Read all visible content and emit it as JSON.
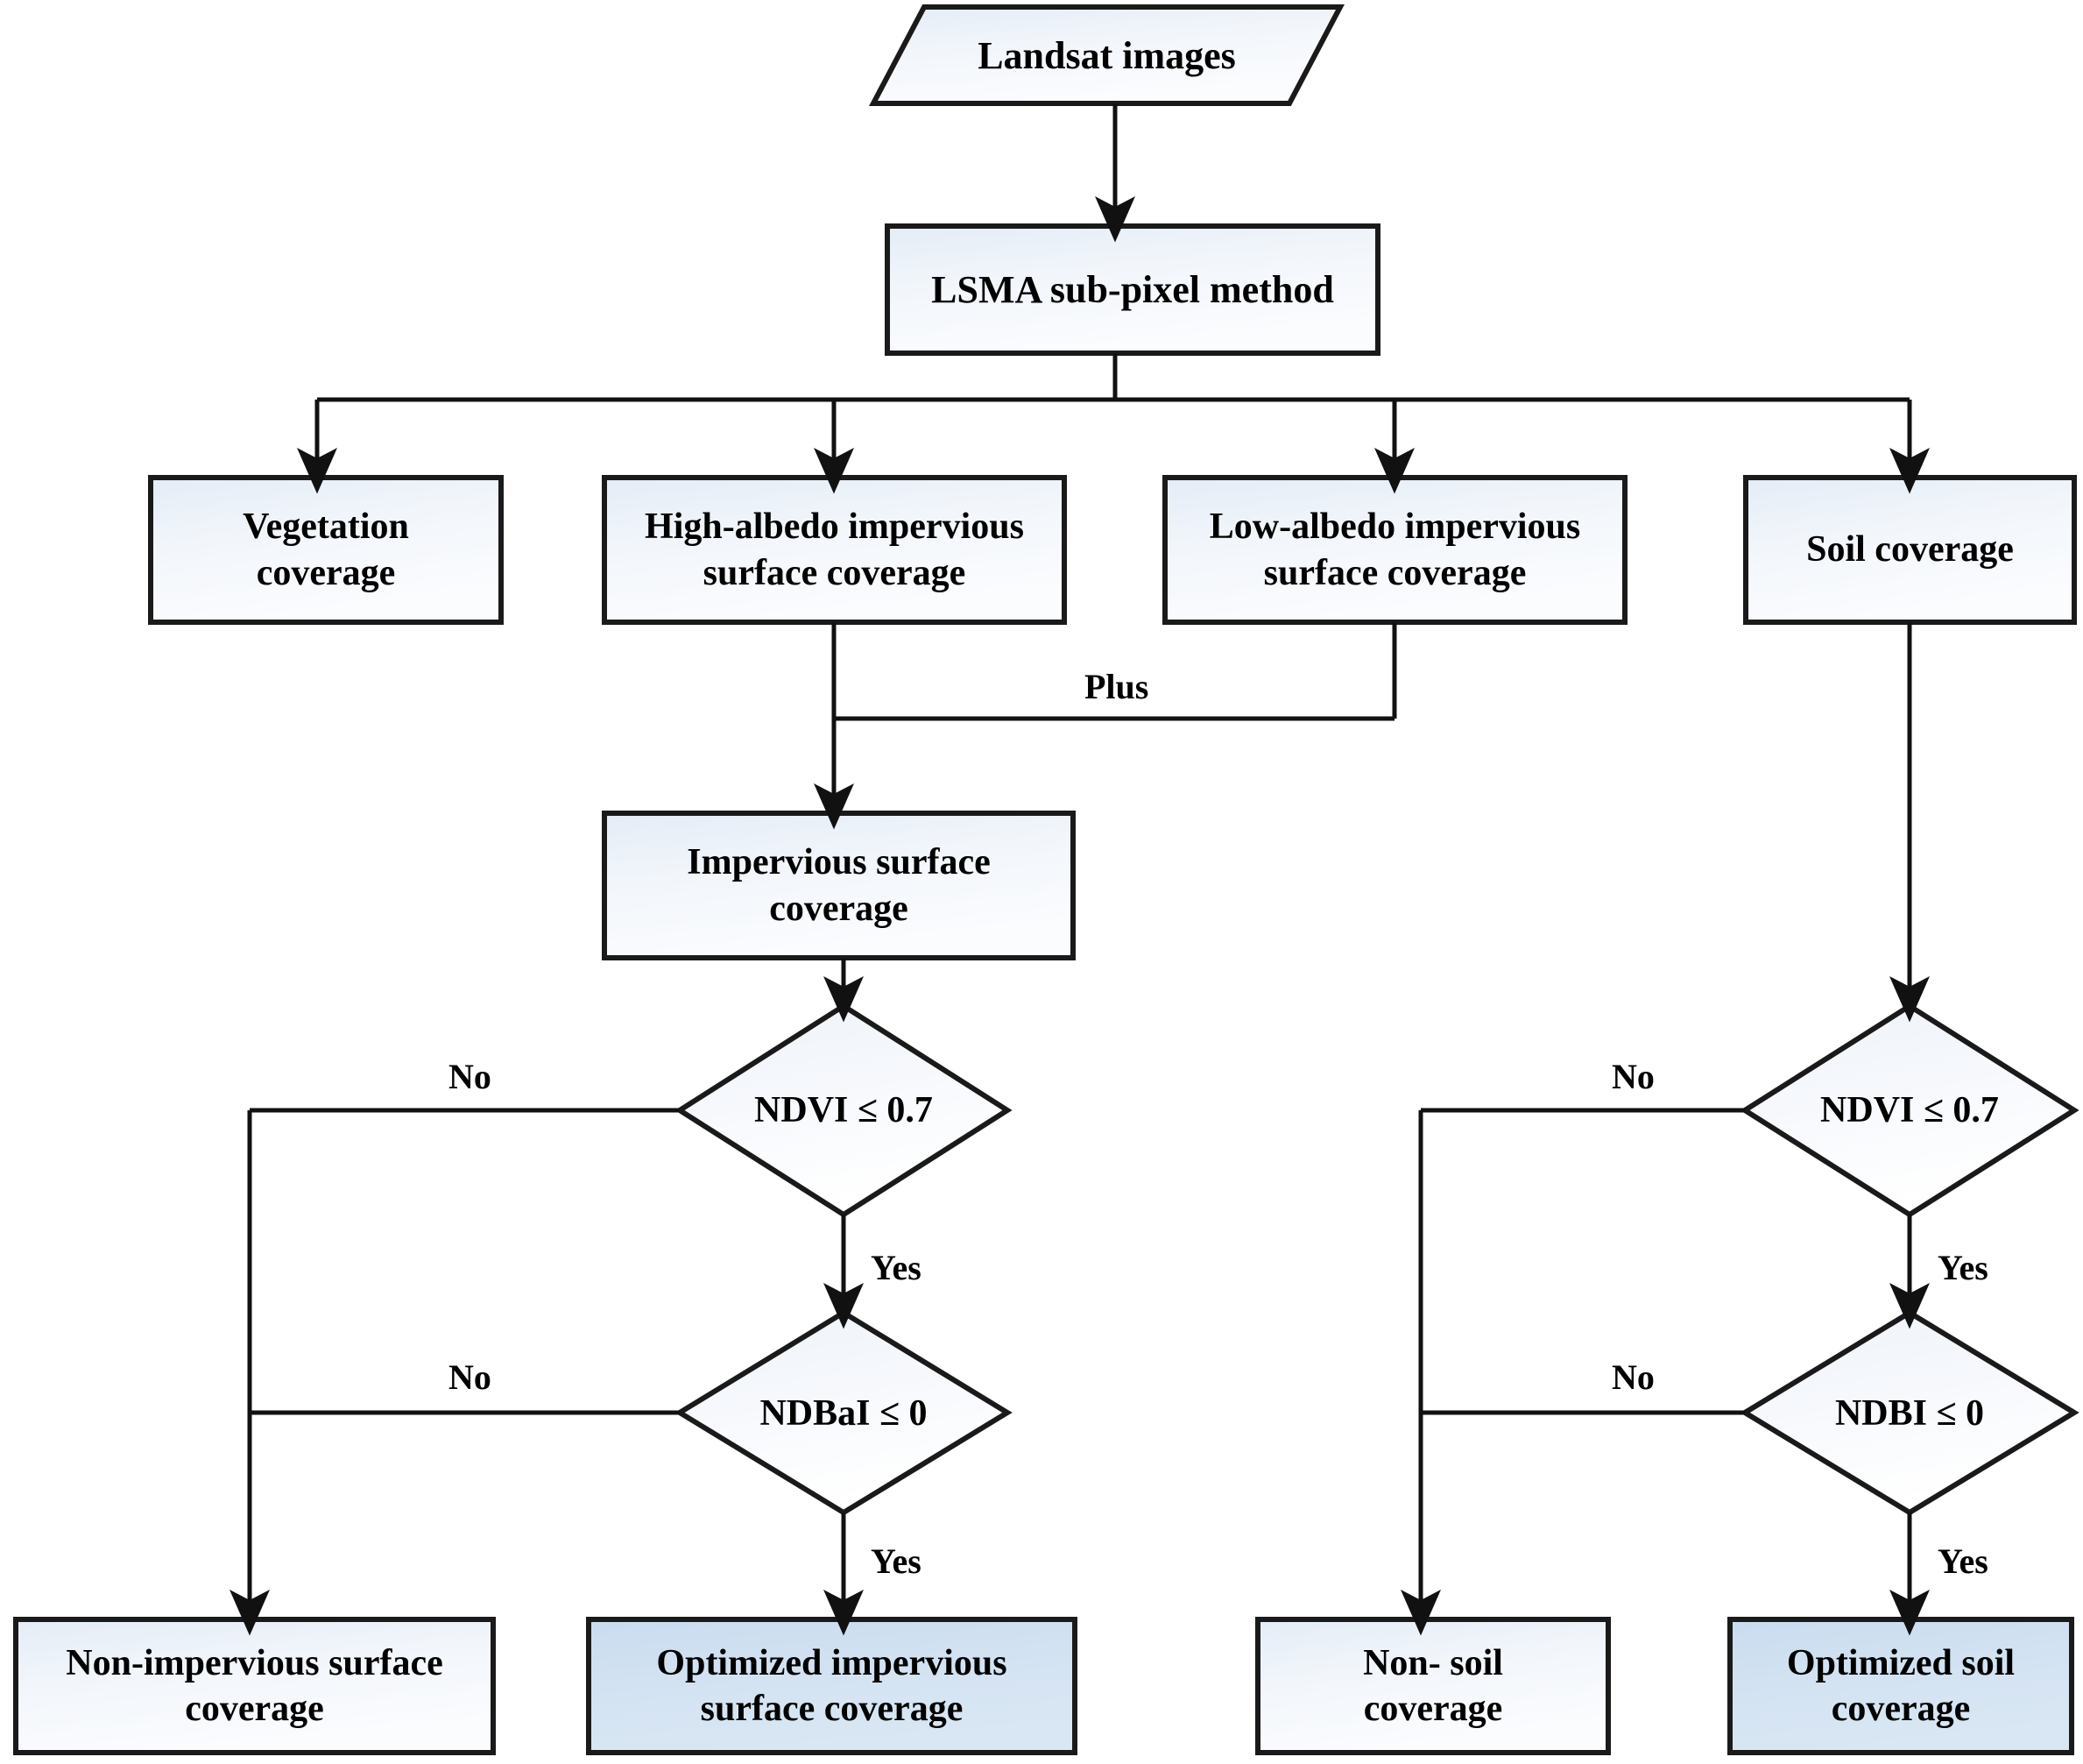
{
  "diagram": {
    "title": "Impervious surface and soil coverage extraction flowchart",
    "colors": {
      "box_fill_light": "#f4f7fb",
      "box_fill_gradient_top": "#e8eef6",
      "box_fill_highlight": "#cfdff0",
      "stroke": "#1a1a1a",
      "text": "#000000",
      "background": "#ffffff"
    },
    "nodes": {
      "landsat_images": "Landsat images",
      "lsma_method": "LSMA sub-pixel method",
      "vegetation_coverage": "Vegetation\ncoverage",
      "high_albedo": "High-albedo impervious\nsurface coverage",
      "low_albedo": "Low-albedo impervious\nsurface coverage",
      "soil_coverage": "Soil coverage",
      "impervious_surface_coverage": "Impervious  surface\ncoverage",
      "decision_ndvi_left": "NDVI ≤ 0.7",
      "decision_ndbai": "NDBaI ≤ 0",
      "decision_ndvi_right": "NDVI ≤ 0.7",
      "decision_ndbi": "NDBI ≤ 0",
      "non_impervious": "Non-impervious  surface\ncoverage",
      "optimized_impervious": "Optimized impervious\nsurface coverage",
      "non_soil": "Non- soil\ncoverage",
      "optimized_soil": "Optimized soil\ncoverage"
    },
    "edge_labels": {
      "plus": "Plus",
      "no_left_ndvi": "No",
      "yes_left_ndvi": "Yes",
      "no_left_ndbai": "No",
      "yes_left_ndbai": "Yes",
      "no_right_ndvi": "No",
      "yes_right_ndvi": "Yes",
      "no_right_ndbi": "No",
      "yes_right_ndbi": "Yes"
    }
  }
}
